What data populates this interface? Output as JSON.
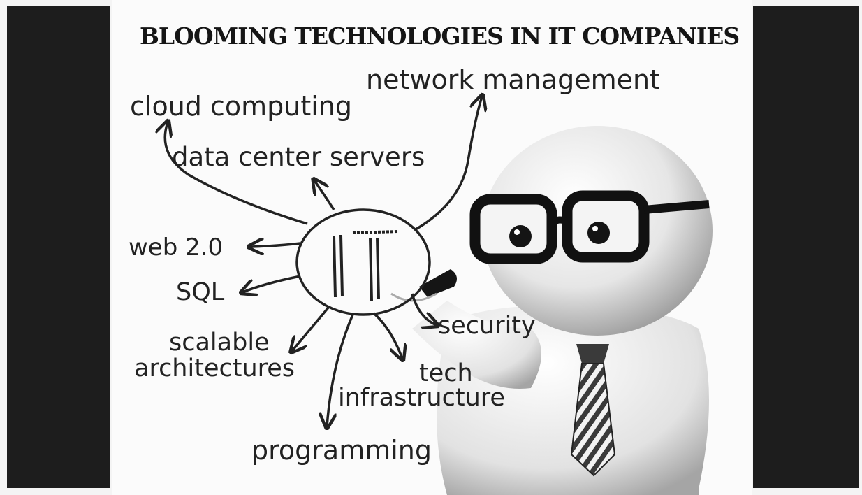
{
  "title": "BLOOMING TECHNOLOGIES IN IT COMPANIES",
  "center_label": "IT",
  "topics": {
    "network_management": "network management",
    "cloud_computing": "cloud computing",
    "data_center_servers": "data center servers",
    "web": "web 2.0",
    "sql": "SQL",
    "scalable": "scalable",
    "architectures": "architectures",
    "security": "security",
    "tech": "tech",
    "infrastructure": "infrastructure",
    "programming": "programming"
  },
  "colors": {
    "frame": "#1d1d1d",
    "ink": "#222222",
    "slide": "#fbfbfb",
    "tie_stripe": "#3a3a3a"
  }
}
